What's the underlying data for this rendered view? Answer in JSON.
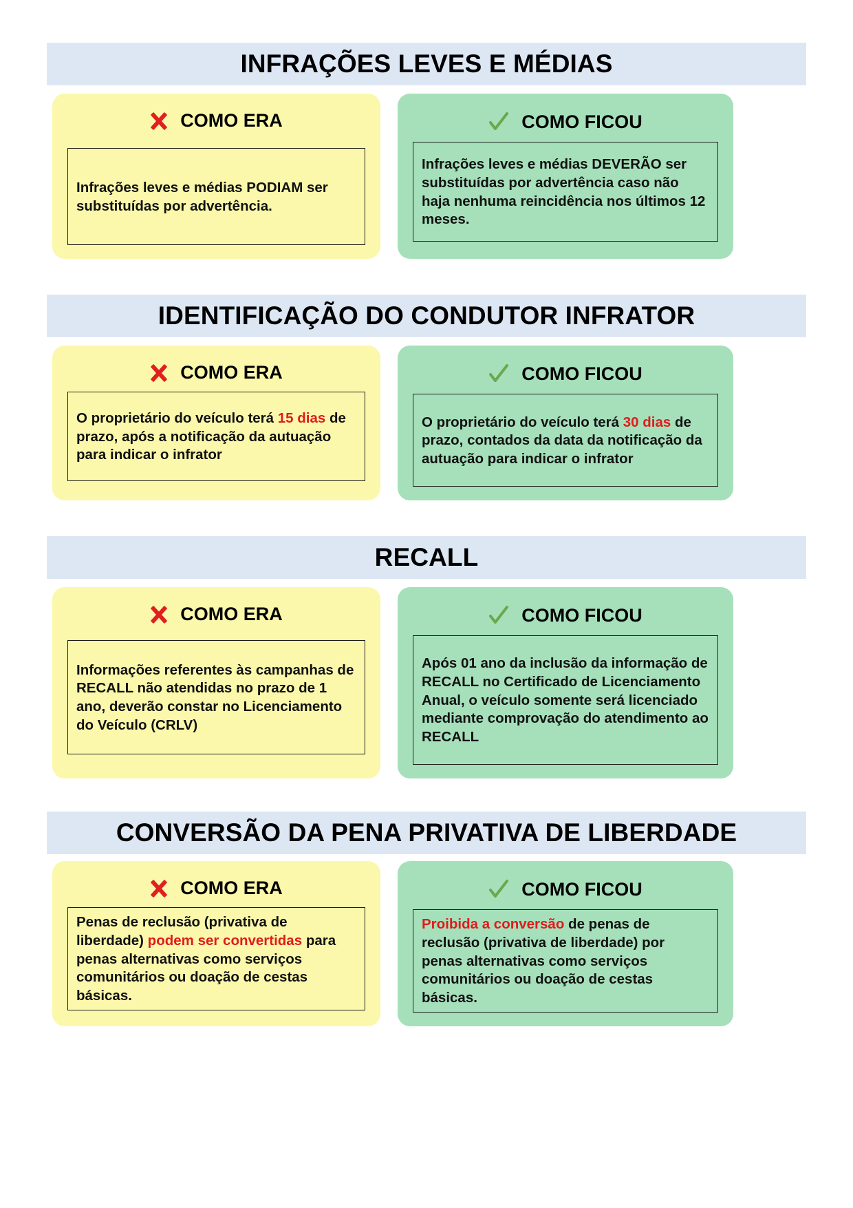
{
  "colors": {
    "banner_bg": "#dde7f4",
    "was_bg": "#fbf8ab",
    "now_bg": "#a6e0bb",
    "highlight": "#e01b1b",
    "x_icon": "#e02020",
    "check_icon": "#6aa84f"
  },
  "labels": {
    "was": "COMO ERA",
    "now": "COMO FICOU",
    "x_icon_name": "x-mark-icon",
    "check_icon_name": "check-mark-icon"
  },
  "sections": [
    {
      "title": "INFRAÇÕES LEVES E MÉDIAS",
      "was": {
        "header": "COMO ERA",
        "text": "Infrações leves e médias PODIAM ser substituídas por advertência."
      },
      "now": {
        "header": "COMO FICOU",
        "text": "Infrações leves e médias DEVERÃO ser substituídas por advertência caso não haja nenhuma reincidência nos últimos 12 meses."
      }
    },
    {
      "title": "IDENTIFICAÇÃO DO CONDUTOR INFRATOR",
      "was": {
        "header": "COMO ERA",
        "text_pre": "O proprietário do veículo terá ",
        "text_hl": "15 dias",
        "text_post": " de prazo, após a notificação da autuação para indicar o infrator"
      },
      "now": {
        "header": "COMO FICOU",
        "text_pre": "O proprietário do veículo terá ",
        "text_hl": "30 dias",
        "text_post": " de prazo, contados da data da notificação da autuação para indicar o infrator"
      }
    },
    {
      "title": "RECALL",
      "was": {
        "header": "COMO ERA",
        "text": "Informações referentes às campanhas de RECALL não atendidas no prazo de 1 ano, deverão constar no Licenciamento do Veículo (CRLV)"
      },
      "now": {
        "header": "COMO FICOU",
        "text": "Após 01 ano da inclusão da informação de RECALL no Certificado de Licenciamento Anual, o veículo somente será licenciado mediante comprovação do atendimento ao RECALL"
      }
    },
    {
      "title": "CONVERSÃO DA PENA PRIVATIVA DE LIBERDADE",
      "was": {
        "header": "COMO ERA",
        "text_pre": "Penas de reclusão (privativa de liberdade) ",
        "text_hl": "podem ser convertidas",
        "text_post": " para penas alternativas como serviços comunitários ou doação de cestas básicas."
      },
      "now": {
        "header": "COMO FICOU",
        "text_pre": "",
        "text_hl": "Proibida a conversão",
        "text_post": " de penas de reclusão (privativa de liberdade) por penas alternativas como serviços comunitários ou doação de cestas básicas."
      }
    }
  ]
}
